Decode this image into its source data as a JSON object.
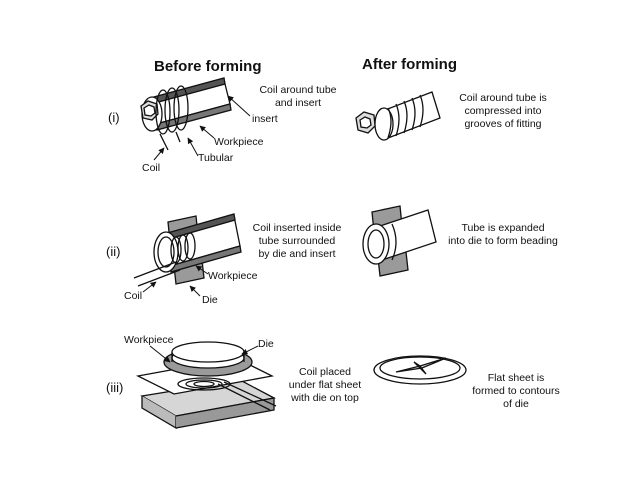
{
  "headers": {
    "before": "Before forming",
    "after": "After forming"
  },
  "rows": [
    {
      "numeral": "(i)",
      "before": {
        "description": [
          "Coil around tube",
          "and insert"
        ],
        "labels": {
          "insert": "insert",
          "workpiece": "Workpiece",
          "tubular": "Tubular",
          "coil": "Coil"
        }
      },
      "after": {
        "description": [
          "Coil around tube is",
          "compressed into",
          "grooves of fitting"
        ]
      }
    },
    {
      "numeral": "(ii)",
      "before": {
        "description": [
          "Coil inserted inside",
          "tube surrounded",
          "by die and insert"
        ],
        "labels": {
          "workpiece": "Workpiece",
          "coil": "Coil",
          "die": "Die"
        }
      },
      "after": {
        "description": [
          "Tube is expanded",
          "into die to form beading"
        ]
      }
    },
    {
      "numeral": "(iii)",
      "before": {
        "description": [
          "Coil placed",
          "under flat sheet",
          "with die on top"
        ],
        "labels": {
          "workpiece": "Workpiece",
          "die": "Die"
        }
      },
      "after": {
        "description": [
          "Flat sheet is",
          "formed to contours",
          "of die"
        ]
      }
    }
  ],
  "colors": {
    "ink": "#111111",
    "die_gray": "#9a9a9a",
    "shade": "#d6d6d6"
  }
}
